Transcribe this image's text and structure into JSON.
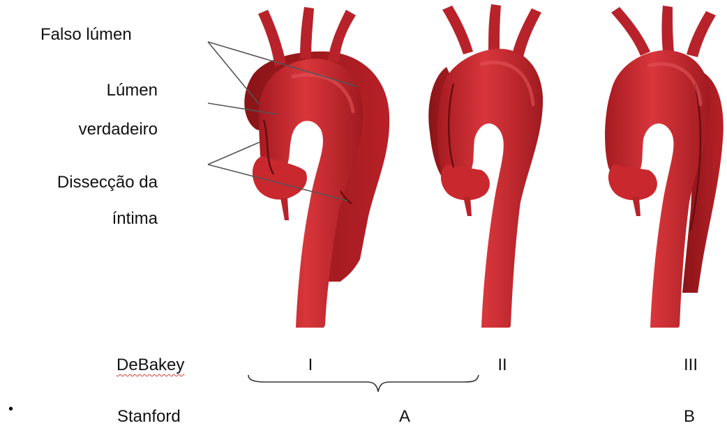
{
  "labels": {
    "false_lumen": "Falso lúmen",
    "true_lumen_1": "Lúmen",
    "true_lumen_2": "verdadeiro",
    "intimal_flap_1": "Dissecção da",
    "intimal_flap_2": "íntima"
  },
  "classification": {
    "debakey": "DeBakey",
    "stanford": "Stanford",
    "bullet": "•",
    "types": {
      "debakey_1": "I",
      "debakey_2": "II",
      "debakey_3": "III",
      "stanford_a": "A",
      "stanford_b": "B"
    }
  },
  "colors": {
    "aorta": "#c8242b",
    "aorta_dark": "#8e1418",
    "aorta_light": "#e0454a",
    "false_lumen": "#a31a20",
    "leader_line": "#555555",
    "spellcheck": "#d23a2e"
  }
}
